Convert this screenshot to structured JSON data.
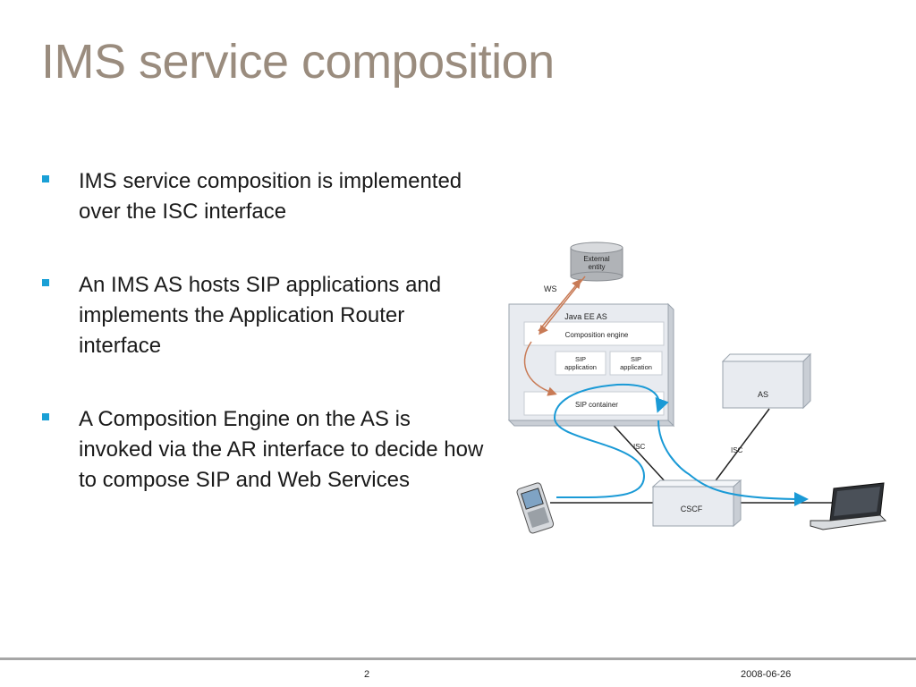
{
  "slide": {
    "title": "IMS service composition",
    "bullets": [
      "IMS service composition is implemented over the ISC interface",
      "An IMS AS hosts SIP applications and implements the Application Router interface",
      "A Composition Engine on the AS is invoked via the AR interface to decide how to compose SIP and Web Services"
    ]
  },
  "diagram": {
    "external_entity_line1": "External",
    "external_entity_line2": "entity",
    "ws_label": "WS",
    "java_ee_as": "Java EE AS",
    "composition_engine": "Composition engine",
    "sip_app_1_line1": "SIP",
    "sip_app_1_line2": "application",
    "sip_app_2_line1": "SIP",
    "sip_app_2_line2": "application",
    "sip_container": "SIP container",
    "as_label": "AS",
    "isc_left": "ISC",
    "isc_right": "ISC",
    "cscf_label": "CSCF",
    "colors": {
      "flow_blue": "#1a9ad6",
      "ws_arrow": "#c87a55",
      "box_fill": "#e8ebf0",
      "box_stroke": "#9aa3ad"
    }
  },
  "footer": {
    "page_number": "2",
    "date": "2008-06-26"
  }
}
